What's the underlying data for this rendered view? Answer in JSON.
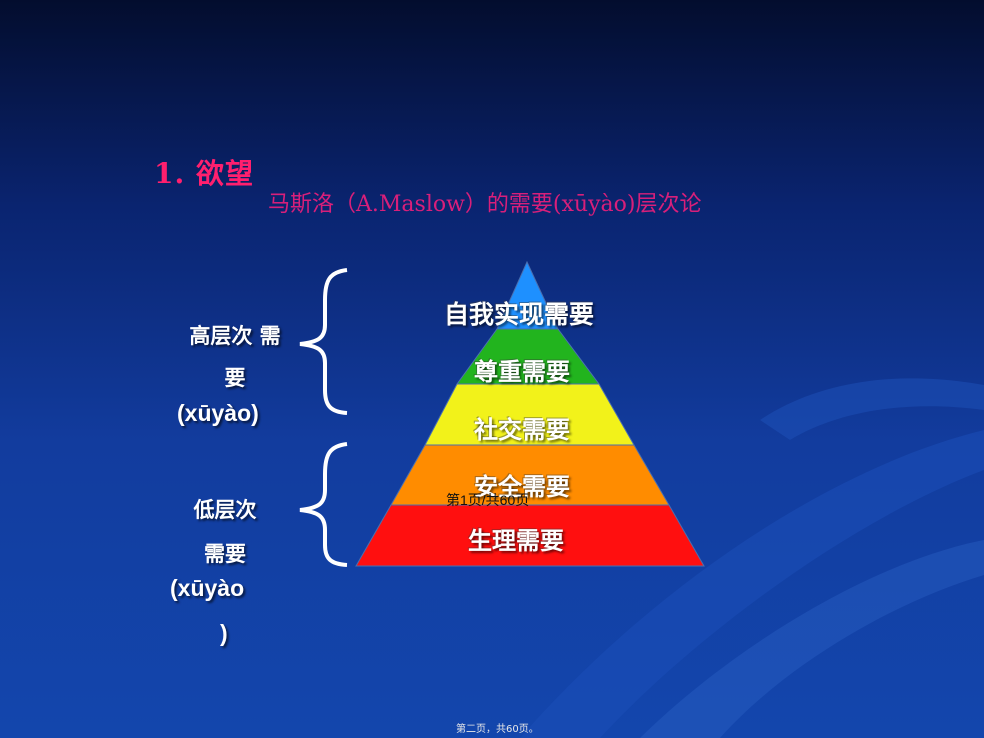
{
  "heading": "1. 欲望",
  "subtitle": "马斯洛（A.Maslow）的需要(xūyào)层次论",
  "pyramid": {
    "tiers": [
      {
        "label": "自我实现需要",
        "color": "#1e90ff"
      },
      {
        "label": "尊重需要",
        "color": "#22b41e"
      },
      {
        "label": "社交需要",
        "color": "#f2f21a"
      },
      {
        "label": "安全需要",
        "color": "#ff8c00"
      },
      {
        "label": "生理需要",
        "color": "#ff0f0f"
      }
    ]
  },
  "high_needs": {
    "line1": "高层次 需",
    "line2": "要",
    "pinyin": "(xūyào)"
  },
  "low_needs": {
    "line1": "低层次",
    "line2": "需要",
    "pinyin": "(xūyào",
    "pinyin_close": ")"
  },
  "page_overlay": "第1页/共60页",
  "footer": "第二页，共60页。"
}
